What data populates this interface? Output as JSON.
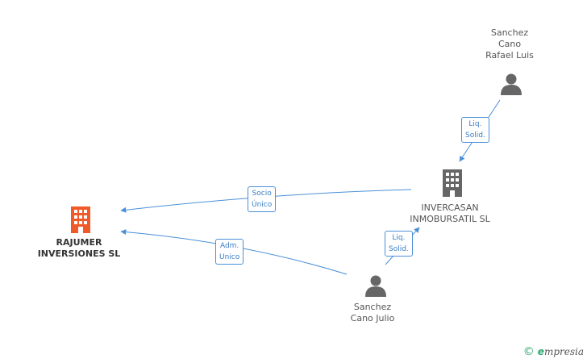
{
  "colors": {
    "edge": "#4a90d9",
    "company_focus": "#f05a28",
    "company": "#666666",
    "person": "#666666"
  },
  "nodes": {
    "rajumer": {
      "type": "company",
      "icon": "building-icon",
      "lines": [
        "RAJUMER",
        "INVERSIONES SL"
      ]
    },
    "invercasan": {
      "type": "company",
      "icon": "building-icon",
      "lines": [
        "INVERCASAN",
        "INMOBURSATIL SL"
      ]
    },
    "rafael": {
      "type": "person",
      "icon": "person-icon",
      "lines": [
        "Sanchez",
        "Cano",
        "Rafael Luis"
      ]
    },
    "julio": {
      "type": "person",
      "icon": "person-icon",
      "lines": [
        "Sanchez",
        "Cano Julio"
      ]
    }
  },
  "edges": {
    "socio_unico": {
      "lines": [
        "Socio",
        "Único"
      ]
    },
    "adm_unico": {
      "lines": [
        "Adm.",
        "Unico"
      ]
    },
    "liq_solid_top": {
      "lines": [
        "Liq.",
        "Solid."
      ]
    },
    "liq_solid_bottom": {
      "lines": [
        "Liq.",
        "Solid."
      ]
    }
  },
  "footer": {
    "copyright": "©",
    "brand_initial": "e",
    "brand_rest": "mpresia"
  }
}
